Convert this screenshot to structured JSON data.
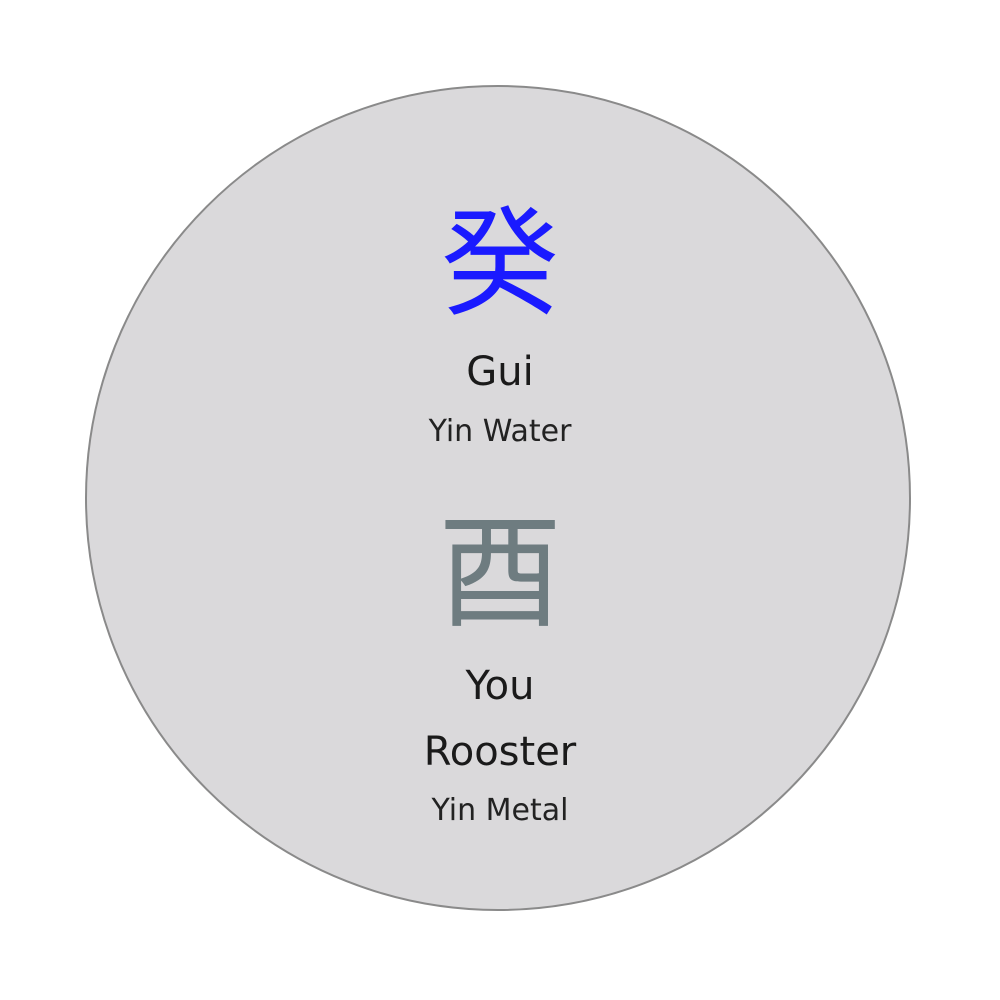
{
  "stem": {
    "character": "癸",
    "name": "Gui",
    "element": "Yin Water",
    "color": "#1a1aff"
  },
  "branch": {
    "character": "酉",
    "name": "You",
    "animal": "Rooster",
    "element": "Yin Metal",
    "color": "#6e7c80"
  },
  "colors": {
    "disc_fill": "#dad9db",
    "disc_border": "#8a8a8a",
    "text": "#1a1a1a"
  }
}
